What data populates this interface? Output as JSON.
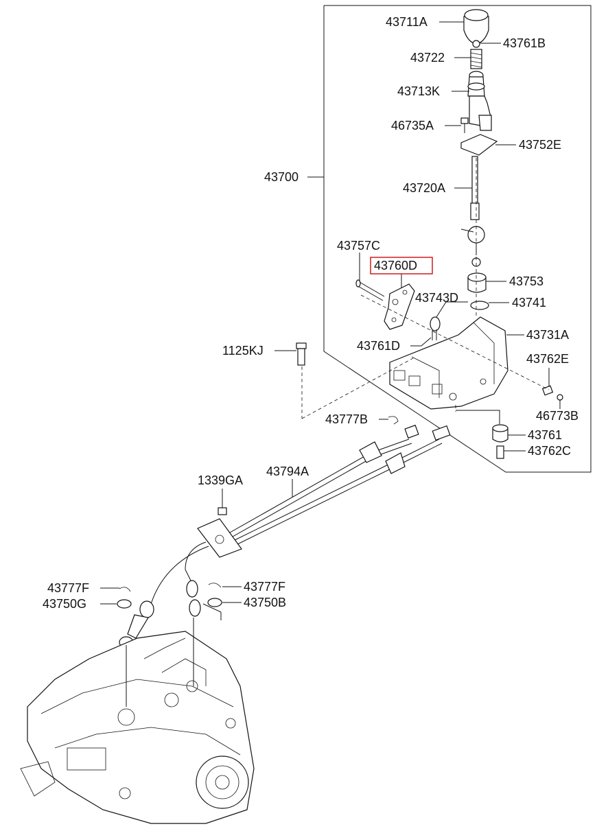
{
  "diagram": {
    "highlight_color": "#d11a1a",
    "labels": {
      "p43711A": "43711A",
      "p43761B": "43761B",
      "p43722": "43722",
      "p43713K": "43713K",
      "p46735A": "46735A",
      "p43752E": "43752E",
      "p43700": "43700",
      "p43720A": "43720A",
      "p43757C": "43757C",
      "p43760D": "43760D",
      "p43753": "43753",
      "p43743D": "43743D",
      "p43741": "43741",
      "p43731A": "43731A",
      "p43761D": "43761D",
      "p1125KJ": "1125KJ",
      "p43762E": "43762E",
      "p46773B": "46773B",
      "p43777B": "43777B",
      "p43761": "43761",
      "p43762C": "43762C",
      "p1339GA": "1339GA",
      "p43794A": "43794A",
      "p43777F_left": "43777F",
      "p43777F_right": "43777F",
      "p43750G": "43750G",
      "p43750B": "43750B"
    }
  }
}
